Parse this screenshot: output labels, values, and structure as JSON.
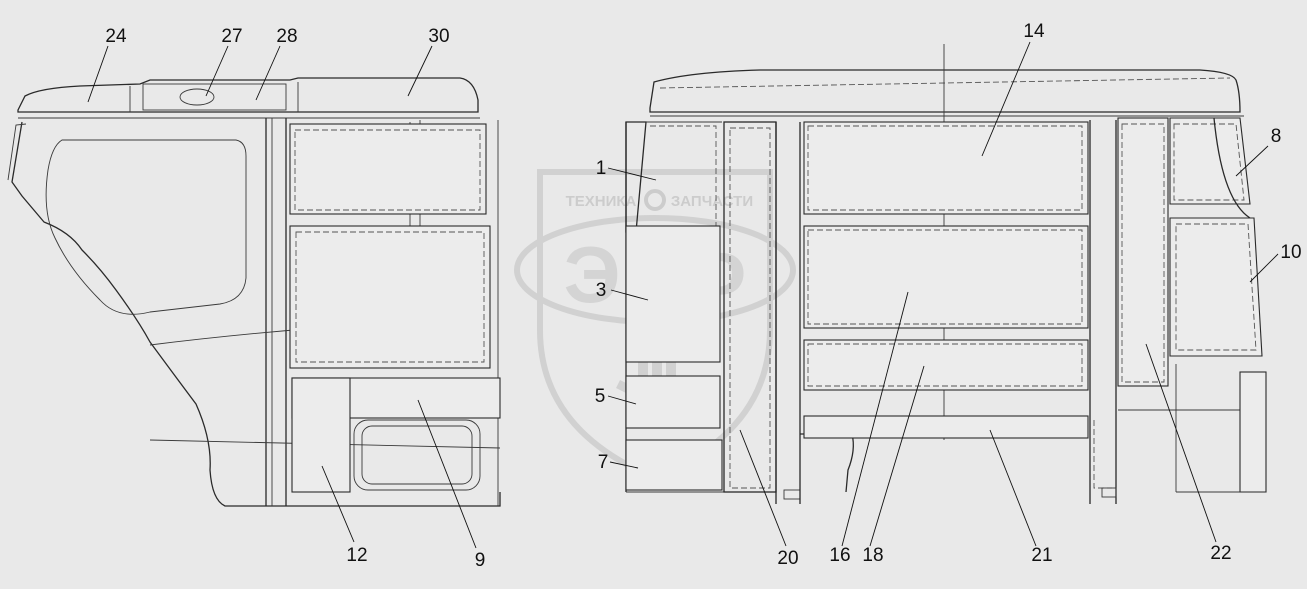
{
  "colors": {
    "background": "#e9e9e9",
    "lines": "#2a2a2a",
    "watermark": "#c9c9c9"
  },
  "watermark": {
    "top_text_left": "ТЕХНИКА",
    "top_text_right": "ЗАПЧАСТИ",
    "main_text": "ЭПФ"
  },
  "callouts": [
    {
      "number": "24"
    },
    {
      "number": "27"
    },
    {
      "number": "28"
    },
    {
      "number": "30"
    },
    {
      "number": "12"
    },
    {
      "number": "9"
    },
    {
      "number": "1"
    },
    {
      "number": "3"
    },
    {
      "number": "5"
    },
    {
      "number": "7"
    },
    {
      "number": "14"
    },
    {
      "number": "8"
    },
    {
      "number": "10"
    },
    {
      "number": "20"
    },
    {
      "number": "16"
    },
    {
      "number": "18"
    },
    {
      "number": "21"
    },
    {
      "number": "22"
    }
  ]
}
